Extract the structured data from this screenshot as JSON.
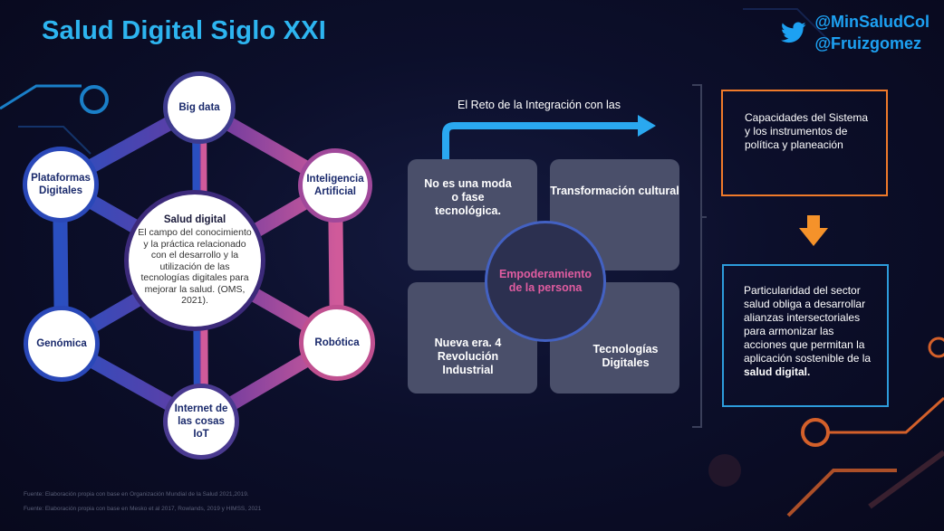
{
  "title": "Salud Digital Siglo XXI",
  "social": {
    "icon": "twitter-icon",
    "handles": [
      "@MinSaludCol",
      "@Fruizgomez"
    ]
  },
  "hexagon": {
    "nodes": {
      "big_data": "Big data",
      "inteligencia": "Inteligencia Artificial",
      "robotica": "Robótica",
      "internet": "Internet de las cosas IoT",
      "genomica": "Genómica",
      "plataformas": "Plataformas Digitales"
    },
    "center": {
      "title": "Salud digital",
      "text": "El campo del conocimiento y la práctica relacionado con el desarrollo y la utilización de las tecnologías digitales para mejorar la salud. (OMS, 2021)."
    }
  },
  "middle": {
    "arrow_label": "El Reto de la Integración con las",
    "tiles": {
      "top_left": "No es una moda o fase tecnológica.",
      "top_right": "Transformación cultural",
      "bottom_left": "Nueva era. 4 Revolución Industrial",
      "bottom_right": "Tecnologías Digitales"
    },
    "center": "Empoderamiento de la persona"
  },
  "right": {
    "box1": "Capacidades del Sistema y los instrumentos de política y planeación",
    "box2_text": "Particularidad del sector salud obliga a desarrollar alianzas intersectoriales para armonizar las acciones que permitan la aplicación sostenible de la",
    "box2_bold": "salud digital."
  },
  "footnotes": [
    "Fuente: Elaboración propia con base en Organización Mundial de la Salud 2021,2019.",
    "Fuente: Elaboración propia con base en Mesko et al 2017, Rowlands, 2019 y HIMSS, 2021"
  ],
  "colors": {
    "title": "#2db5f0",
    "twitter": "#1da1f2",
    "accent_orange": "#f07a2a",
    "accent_blue": "#2d9cdb",
    "accent_pink": "#e05ca0"
  }
}
